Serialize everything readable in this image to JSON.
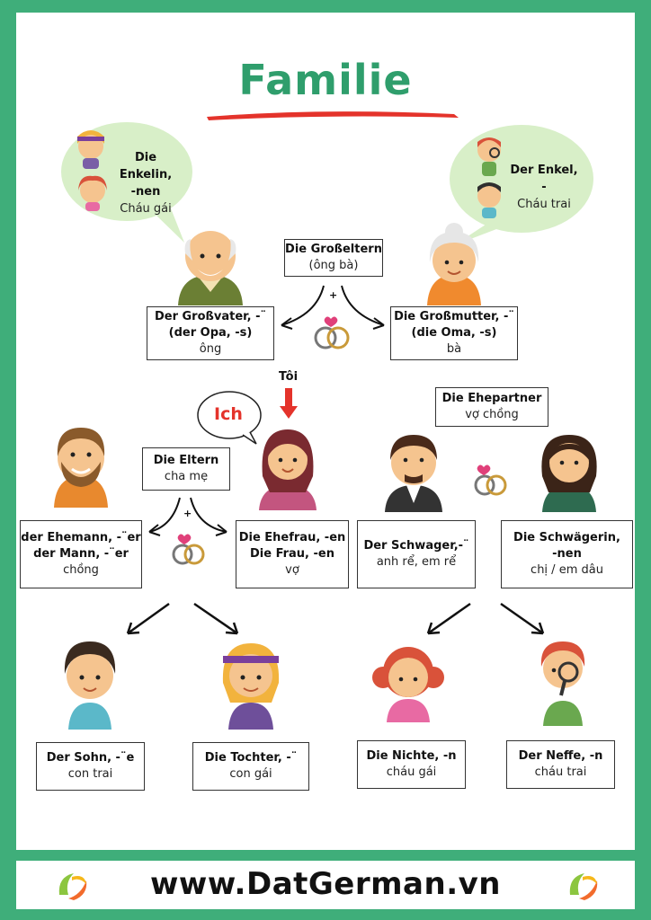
{
  "title": "Familie",
  "grandchildren": {
    "granddaughter": {
      "l1": "Die Enkelin,",
      "l2": "-nen",
      "vn": "Cháu gái"
    },
    "grandson": {
      "l1": "Der Enkel,",
      "l2": "-",
      "vn": "Cháu trai"
    }
  },
  "grandparents": {
    "de": "Die Großeltern",
    "vn": "(ông bà)",
    "plus": "+"
  },
  "grandfather": {
    "l1": "Der Großvater, -¨",
    "l2": "(der Opa, -s)",
    "vn": "ông"
  },
  "grandmother": {
    "l1": "Die Großmutter, -¨",
    "l2": "(die Oma, -s)",
    "vn": "bà"
  },
  "me": {
    "label": "Tôi",
    "speech": "Ich"
  },
  "spouses": {
    "de": "Die Ehepartner",
    "vn": "vợ chồng"
  },
  "parents": {
    "de": "Die Eltern",
    "vn": "cha mẹ",
    "plus": "+"
  },
  "husband": {
    "l1": "der Ehemann, -¨er",
    "l2": "der Mann, -¨er",
    "vn": "chồng"
  },
  "wife": {
    "l1": "Die Ehefrau, -en",
    "l2": "Die Frau, -en",
    "vn": "vợ"
  },
  "brother_in_law": {
    "l1": "Der Schwager,-¨",
    "vn": "anh rể, em rể"
  },
  "sister_in_law": {
    "l1": "Die Schwägerin,",
    "l2": "-nen",
    "vn": "chị / em dâu"
  },
  "son": {
    "l1": "Der Sohn, -¨e",
    "vn": "con trai"
  },
  "daughter": {
    "l1": "Die Tochter, -¨",
    "vn": "con gái"
  },
  "niece": {
    "l1": "Die Nichte, -n",
    "vn": "cháu gái"
  },
  "nephew": {
    "l1": "Der Neffe, -n",
    "vn": "cháu trai"
  },
  "footer": {
    "url": "www.DatGerman.vn"
  },
  "colors": {
    "accent_green": "#3fae7a",
    "title_green": "#2f9e6c",
    "bubble_green": "#d8efc8",
    "red": "#e4332b"
  }
}
